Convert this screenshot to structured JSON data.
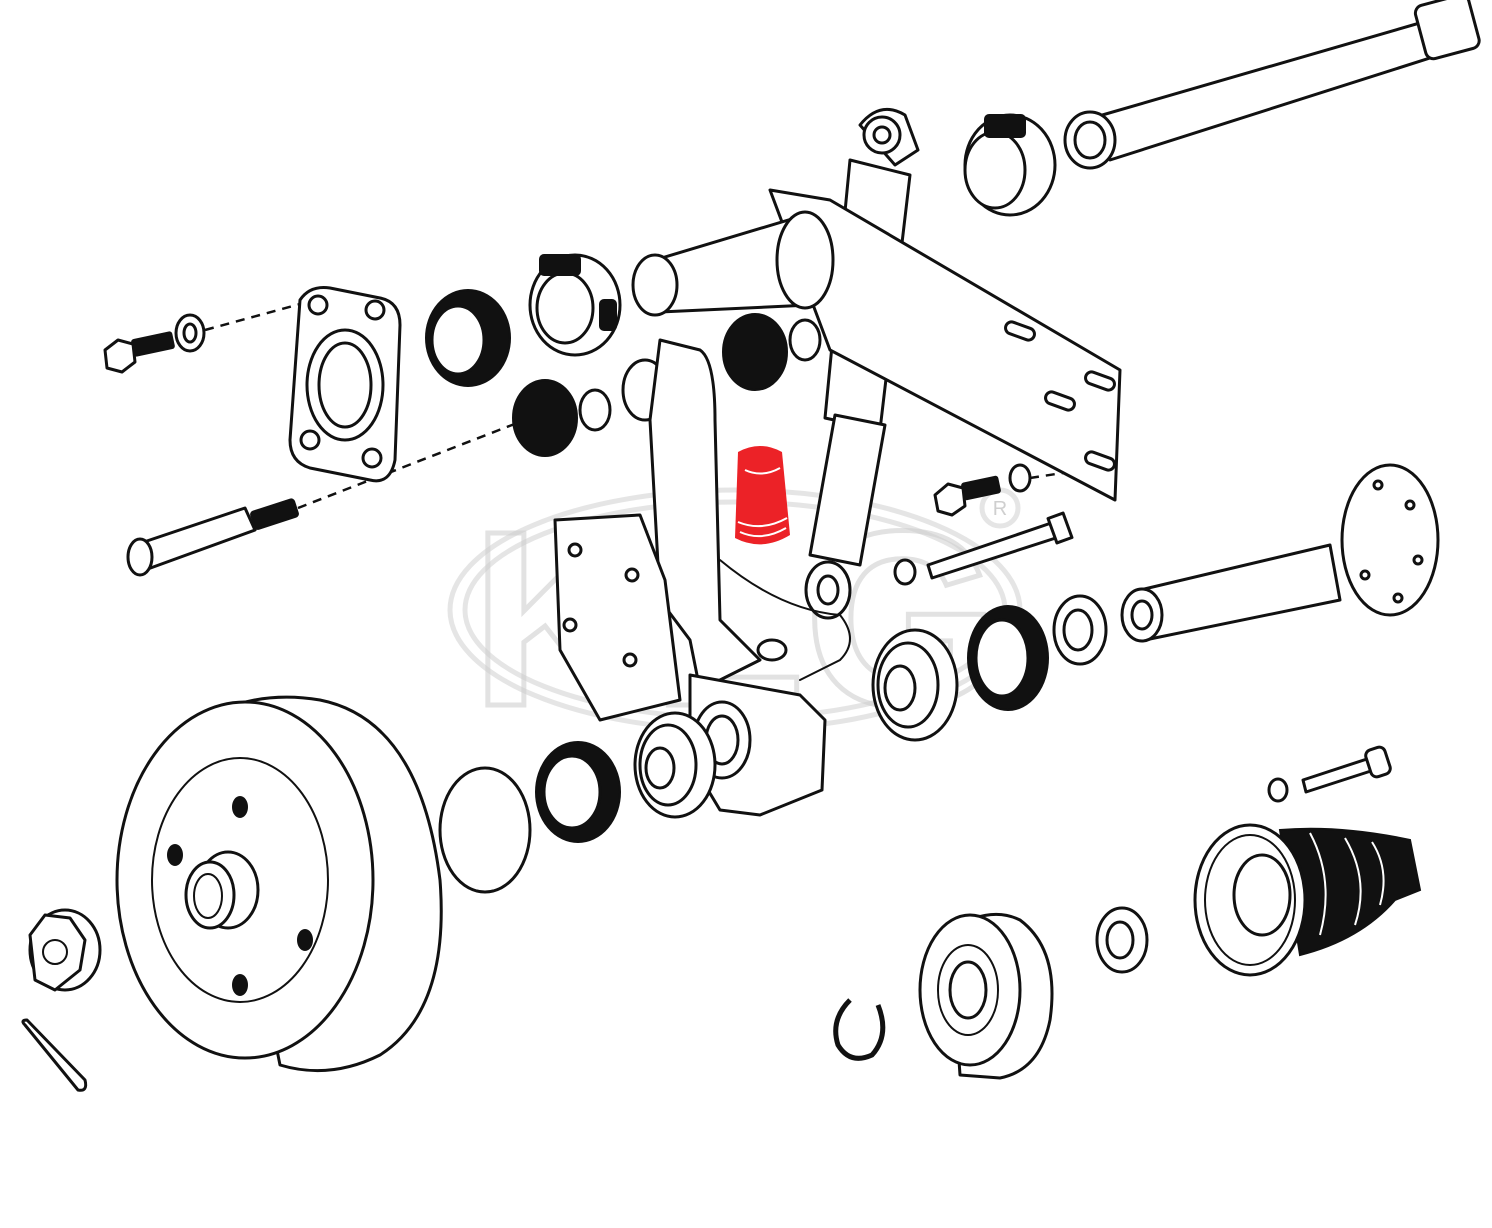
{
  "diagram": {
    "type": "exploded-view parts diagram",
    "watermark": {
      "text": "KLG",
      "registered_mark": "R"
    },
    "highlight_color": "#ec2227",
    "line_color": "#111111",
    "highlighted_part": "bump-stop",
    "parts": [
      "axle-shaft",
      "spring-plate-bushing-outer",
      "shock-absorber",
      "torsion-housing-tube",
      "spring-plate-bushing-inner",
      "rubber-bushing",
      "bearing-cover-flange",
      "bolt",
      "washer",
      "pivot-bolt",
      "bump-stop",
      "trailing-arm-spring-plate",
      "frame-mount-plate",
      "shock-bolt",
      "bearing-housing",
      "wheel-bearing",
      "oil-seal",
      "spacer",
      "stub-axle",
      "brake-drum",
      "o-ring",
      "castle-nut",
      "cotter-pin",
      "circlip",
      "cv-joint",
      "dished-washer",
      "cv-flange-boot",
      "allen-bolt"
    ]
  }
}
